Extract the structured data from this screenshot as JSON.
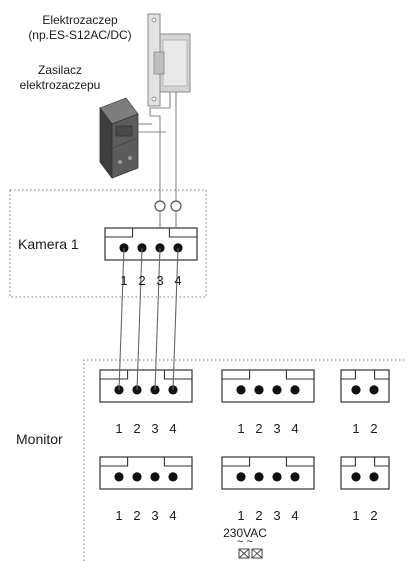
{
  "labels": {
    "strike_title": "Elektrozaczep",
    "strike_model": "(np.ES-S12AC/DC)",
    "psu_line1": "Zasilacz",
    "psu_line2": "elektrozaczepu",
    "camera": "Kamera 1",
    "monitor": "Monitor",
    "ac_label": "230VAC",
    "ac_tilde": "~ ~"
  },
  "camera_pins": [
    "1",
    "2",
    "3",
    "4"
  ],
  "monitor_row1": {
    "left": [
      "1",
      "2",
      "3",
      "4"
    ],
    "middle": [
      "1",
      "2",
      "3",
      "4"
    ],
    "right": [
      "1",
      "2"
    ]
  },
  "monitor_row2": {
    "left": [
      "1",
      "2",
      "3",
      "4"
    ],
    "middle": [
      "1",
      "2",
      "3",
      "4"
    ],
    "right": [
      "1",
      "2"
    ]
  },
  "icons": {
    "strike": "electric-strike-icon",
    "psu": "din-power-supply-icon",
    "ac": "ac-terminal-icon"
  }
}
